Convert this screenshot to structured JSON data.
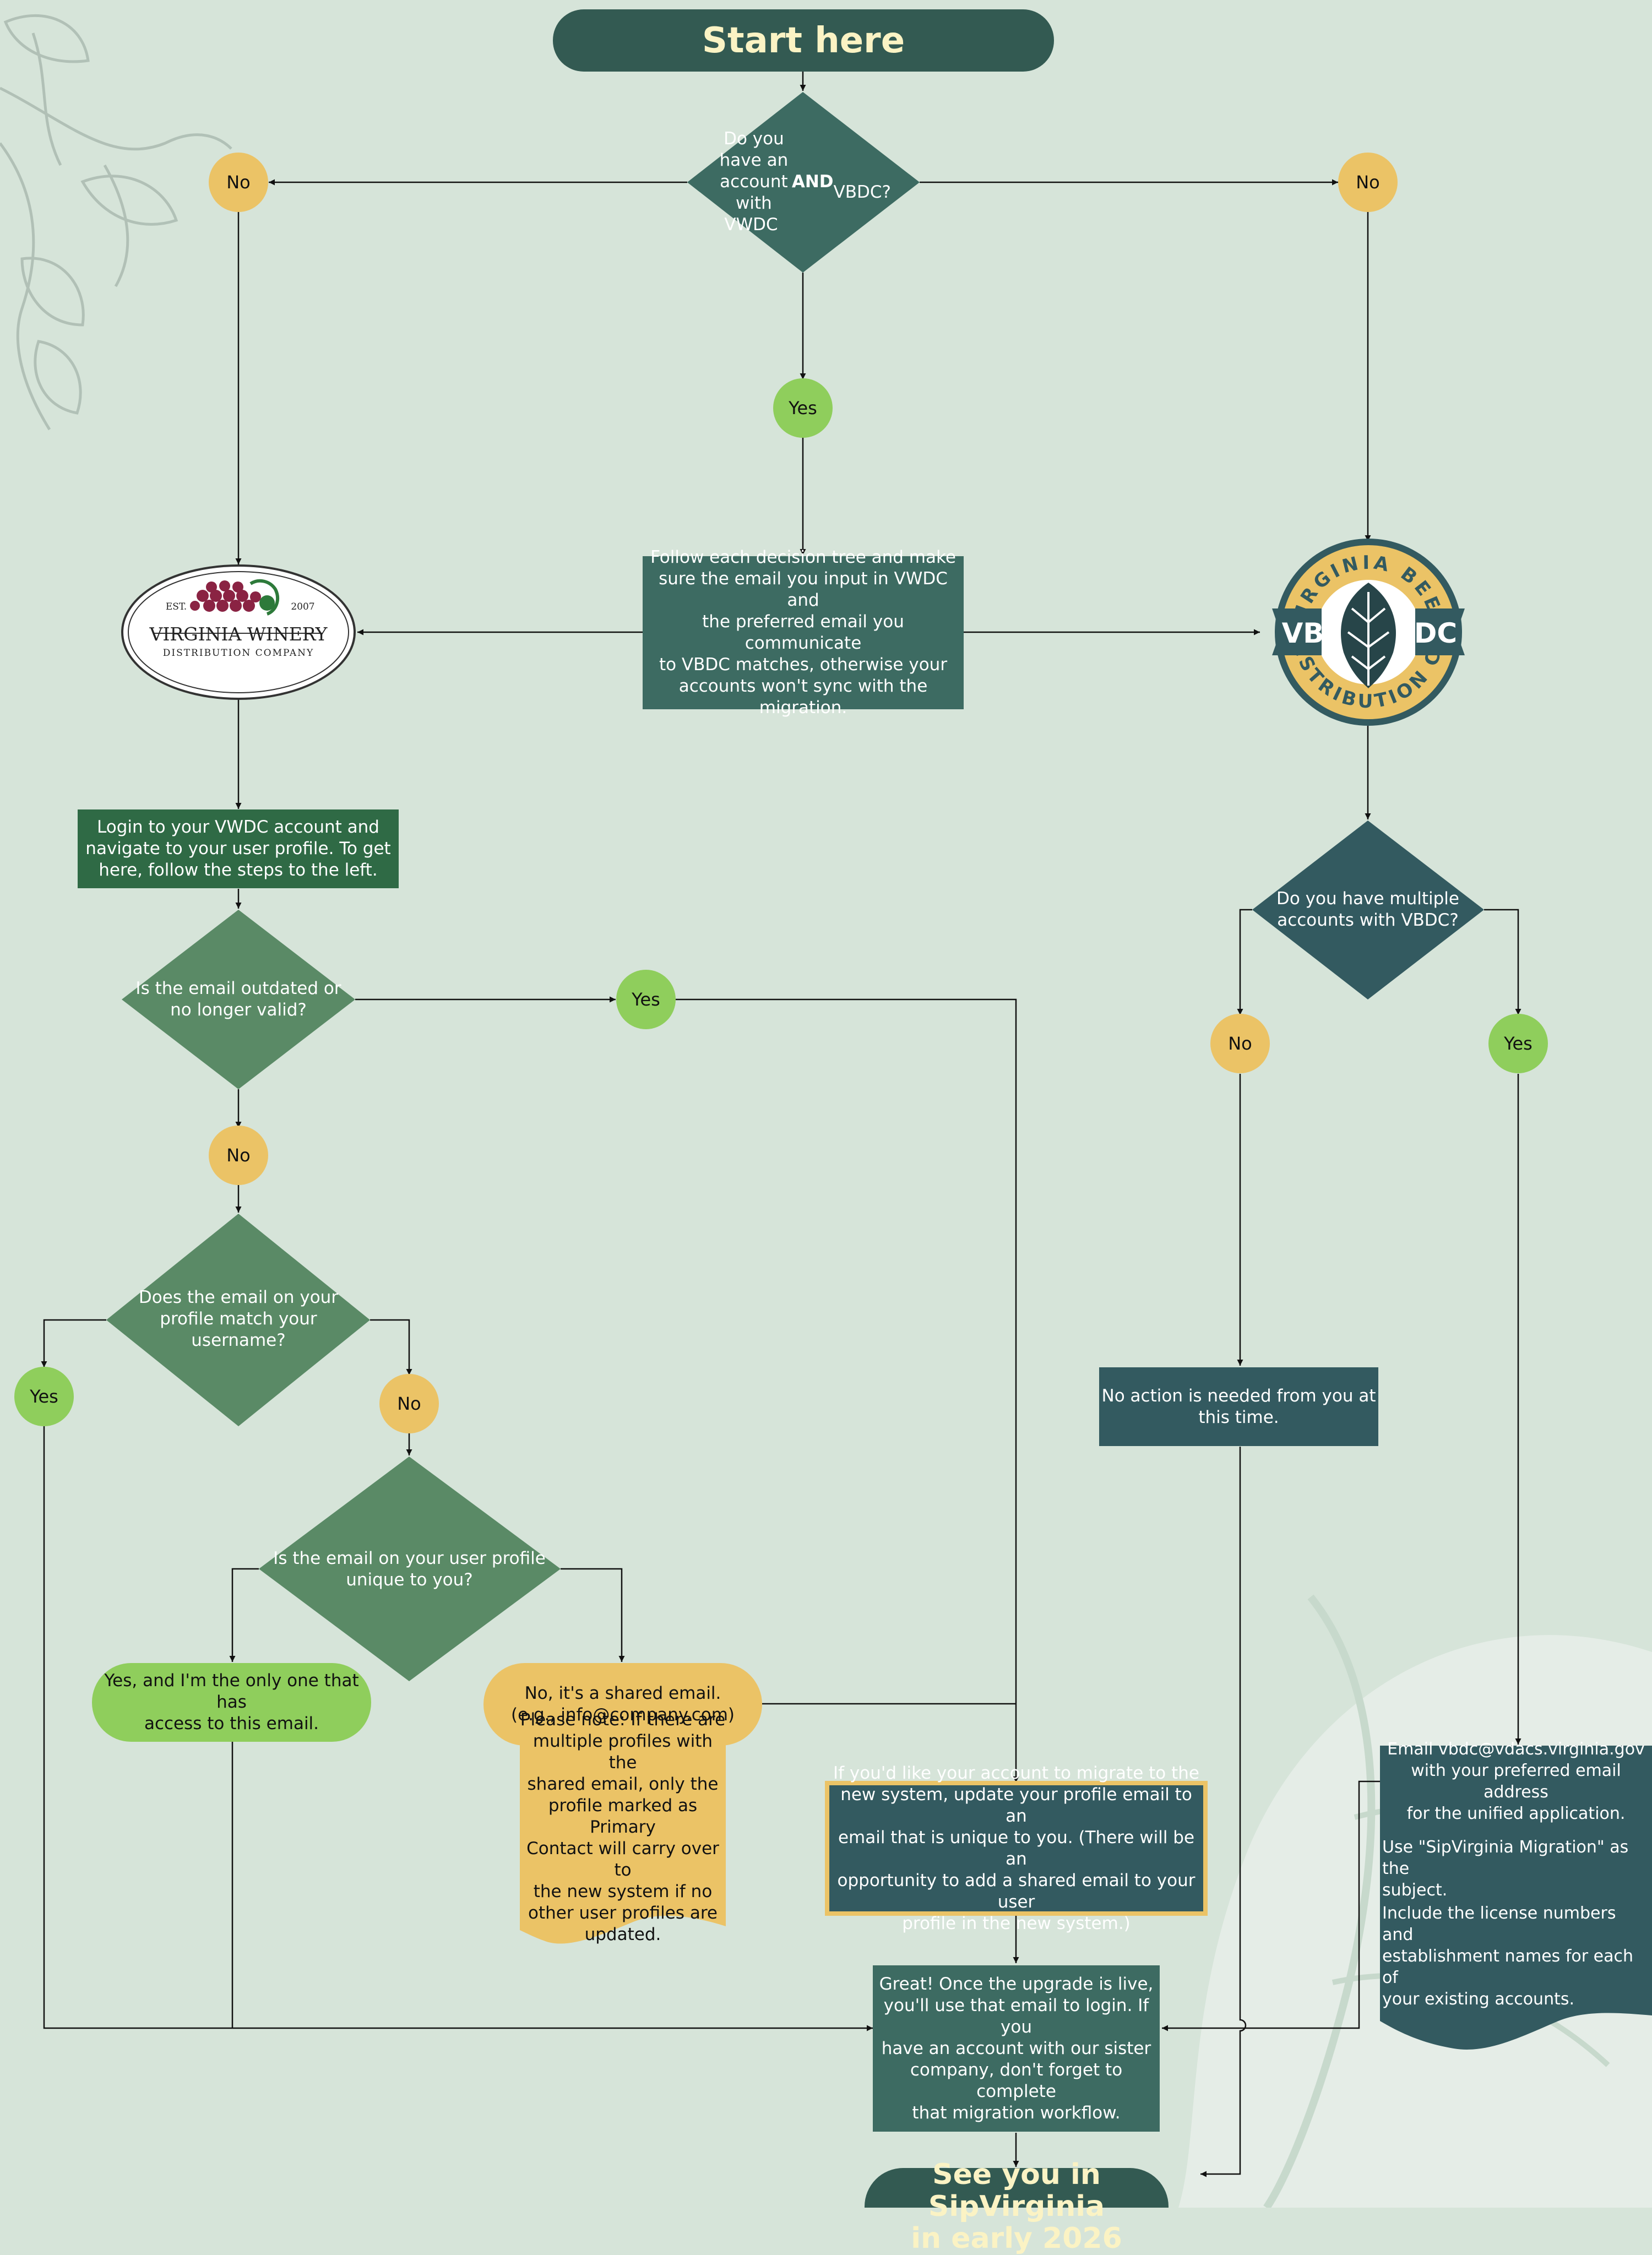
{
  "colors": {
    "background": "#d6e4d9",
    "dark_teal": "#335a52",
    "teal_box": "#3d6b62",
    "green_diamond": "#5a8a66",
    "green_box": "#2f6a45",
    "slate": "#335a60",
    "yes_green": "#8fce5c",
    "no_yellow": "#ebc366",
    "highlight_border": "#ebc366"
  },
  "nodes": {
    "start": "Start here",
    "q_accounts_pre": "Do you have an\naccount with\nVWDC ",
    "q_accounts_and": "AND",
    "q_accounts_post": " VBDC?",
    "no_left": "No",
    "no_right": "No",
    "yes_center": "Yes",
    "follow_tree": "Follow each decision tree and make\nsure the email you input in VWDC and\nthe preferred email you communicate\nto VBDC matches, otherwise your\naccounts won't sync with the migration.",
    "login_vwdc": "Login to your VWDC account and\nnavigate to your user profile. To get\nhere, follow the steps to the left.",
    "q_outdated": "Is the email outdated or\nno longer valid?",
    "yes_outdated": "Yes",
    "no_outdated": "No",
    "q_match": "Does the email on your\nprofile match your\nusername?",
    "yes_match": "Yes",
    "no_match": "No",
    "q_unique": "Is the email on your user profile\nunique to you?",
    "yes_unique": "Yes, and I'm the only one that has\naccess to this email.",
    "no_shared": "No, it's a shared email.\n(e.g., info@company.com)",
    "shared_note": "Please note: If there are\nmultiple profiles with the\nshared email, only the\nprofile marked as Primary\nContact will carry over to\nthe new system if no\nother user profiles are\nupdated.",
    "update_email": "If you'd like your account to migrate to the\nnew system, update your profile email to an\nemail that is unique to you. (There will be an\nopportunity to add a shared email to your user\nprofile in the new system.)",
    "great": "Great! Once the upgrade is live,\nyou'll use that email to login. If you\nhave an account with our sister\ncompany, don't forget to complete\nthat migration workflow.",
    "end": "See you in SipVirginia\nin early 2026",
    "q_multiple": "Do you have multiple\naccounts with VBDC?",
    "no_multiple": "No",
    "yes_multiple": "Yes",
    "no_action": "No action is needed from you at\nthis time.",
    "email_vbdc_1": "Email vbdc@vdacs.virginia.gov\nwith your preferred email address\nfor the unified application.",
    "email_vbdc_2": "Use \"SipVirginia Migration\" as the\nsubject.",
    "email_vbdc_3": "Include the license numbers and\nestablishment names for each of\nyour existing accounts."
  },
  "logos": {
    "vwdc": {
      "est": "EST.",
      "year": "2007",
      "name": "VIRGINIA WINERY",
      "sub": "DISTRIBUTION COMPANY"
    },
    "vbdc": {
      "top": "VIRGINIA BEER",
      "bottom": "DISTRIBUTION CO",
      "left": "VB",
      "right": "DC"
    }
  }
}
